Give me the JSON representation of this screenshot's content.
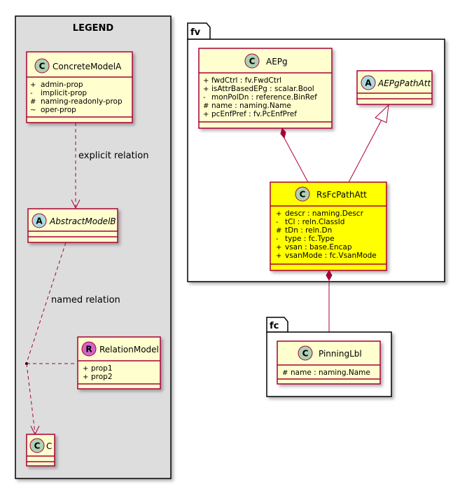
{
  "legend": {
    "title": "LEGEND",
    "concrete": {
      "name": "ConcreteModelA",
      "stereo": "C",
      "props": [
        {
          "vis": "+",
          "text": "admin-prop"
        },
        {
          "vis": "-",
          "text": "implicit-prop"
        },
        {
          "vis": "#",
          "text": "naming-readonly-prop"
        },
        {
          "vis": "~",
          "text": "oper-prop"
        }
      ]
    },
    "explicit_label": "explicit relation",
    "abstract": {
      "name": "AbstractModelB",
      "stereo": "A"
    },
    "named_label": "named relation",
    "relation": {
      "name": "RelationModel",
      "stereo": "R",
      "props": [
        {
          "vis": "+",
          "text": "prop1"
        },
        {
          "vis": "+",
          "text": "prop2"
        }
      ]
    },
    "c": {
      "name": "C",
      "stereo": "C"
    }
  },
  "fv": {
    "name": "fv",
    "aepg": {
      "name": "AEPg",
      "stereo": "C",
      "props": [
        {
          "vis": "+",
          "text": "fwdCtrl : fv.FwdCtrl"
        },
        {
          "vis": "+",
          "text": "isAttrBasedEPg : scalar.Bool"
        },
        {
          "vis": "-",
          "text": "monPolDn : reference.BinRef"
        },
        {
          "vis": "#",
          "text": "name : naming.Name"
        },
        {
          "vis": "+",
          "text": "pcEnfPref : fv.PcEnfPref"
        }
      ]
    },
    "aepgpath": {
      "name": "AEPgPathAtt",
      "stereo": "A"
    },
    "rsfc": {
      "name": "RsFcPathAtt",
      "stereo": "C",
      "props": [
        {
          "vis": "+",
          "text": "descr : naming.Descr"
        },
        {
          "vis": "-",
          "text": "tCl : reln.ClassId"
        },
        {
          "vis": "#",
          "text": "tDn : reln.Dn"
        },
        {
          "vis": "-",
          "text": "type : fc.Type"
        },
        {
          "vis": "+",
          "text": "vsan : base.Encap"
        },
        {
          "vis": "+",
          "text": "vsanMode : fc.VsanMode"
        }
      ]
    }
  },
  "fc": {
    "name": "fc",
    "pinning": {
      "name": "PinningLbl",
      "stereo": "C",
      "props": [
        {
          "vis": "#",
          "text": "name : naming.Name"
        }
      ]
    }
  },
  "colors": {
    "class_fill": "#FEFECE",
    "highlight_fill": "#FFFF00",
    "border": "#A80036",
    "legend_bg": "#DDDDDD",
    "circle_class": "#ADD1B2",
    "circle_abstract": "#A9DCDF",
    "circle_relation": "#D265C8"
  }
}
